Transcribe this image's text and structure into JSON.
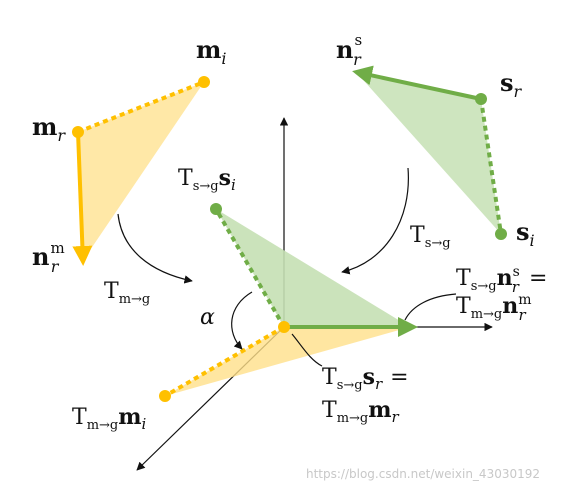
{
  "colors": {
    "orange": "#FFC000",
    "orange_fill": "#FFE08A",
    "green": "#70AD47",
    "green_fill": "#C5E0B4",
    "axis": "#111111"
  },
  "labels": {
    "m_i": {
      "base": "m",
      "sub": "i"
    },
    "m_r": {
      "base": "m",
      "sub": "r"
    },
    "n_r_m": {
      "base": "n",
      "sub": "r",
      "sup": "m"
    },
    "n_r_s": {
      "base": "n",
      "sub": "r",
      "sup": "s"
    },
    "s_r": {
      "base": "s",
      "sub": "r"
    },
    "s_i": {
      "base": "s",
      "sub": "i"
    },
    "T_s_g_s_i": {
      "T": "T",
      "arrow_sub": "s→g",
      "base": "s",
      "sub": "i"
    },
    "T_s_g_top": {
      "T": "T",
      "arrow_sub": "s→g"
    },
    "T_m_g_left": {
      "T": "T",
      "arrow_sub": "m→g"
    },
    "alpha": "α",
    "eq_normals": {
      "line1": {
        "T": "T",
        "arrow_sub": "s→g",
        "base": "n",
        "sub": "r",
        "sup": "s",
        "eq": "="
      },
      "line2": {
        "T": "T",
        "arrow_sub": "m→g",
        "base": "n",
        "sub": "r",
        "sup": "m"
      }
    },
    "eq_points": {
      "line1": {
        "T": "T",
        "arrow_sub": "s→g",
        "base": "s",
        "sub": "r",
        "eq": "="
      },
      "line2": {
        "T": "T",
        "arrow_sub": "m→g",
        "base": "m",
        "sub": "r"
      }
    },
    "T_m_g_m_i": {
      "T": "T",
      "arrow_sub": "m→g",
      "base": "m",
      "sub": "i"
    }
  },
  "watermark": "https://blog.csdn.net/weixin_43030192"
}
